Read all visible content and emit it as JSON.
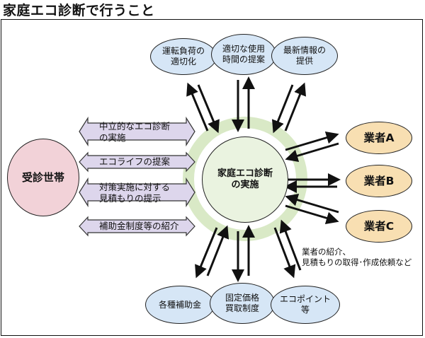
{
  "title": "家庭エコ診断で行うこと",
  "center": {
    "line1": "家庭エコ診断",
    "line2": "の実施"
  },
  "client": {
    "label": "受診世帯"
  },
  "top_items": [
    {
      "line1": "運転負荷の",
      "line2": "適切化"
    },
    {
      "line1": "適切な使用",
      "line2": "時間の提案"
    },
    {
      "line1": "最新情報の",
      "line2": "提供"
    }
  ],
  "bottom_items": [
    {
      "line1": "各種補助金",
      "line2": ""
    },
    {
      "line1": "固定価格",
      "line2": "買取制度"
    },
    {
      "line1": "エコポイント",
      "line2": "等"
    }
  ],
  "services": [
    {
      "line1": "中立的なエコ診断",
      "line2": "の実施"
    },
    {
      "line1": "エコライフの提案",
      "line2": ""
    },
    {
      "line1": "対策実施に対する",
      "line2": "見積もりの提示"
    },
    {
      "line1": "補助金制度等の紹介",
      "line2": ""
    }
  ],
  "vendors": [
    {
      "label": "業者A"
    },
    {
      "label": "業者B"
    },
    {
      "label": "業者C"
    }
  ],
  "vendor_note": {
    "line1": "業者の紹介、",
    "line2": "見積もりの取得･作成依頼など"
  },
  "colors": {
    "ellipse_fill": "#d6e6f6",
    "center_fill": "#eaf3e0",
    "ring": "#d9e9c6",
    "client_fill": "#f2d2d8",
    "vendor_fill": "#f8dfb2",
    "service_arrow_fill": "#ddd6ec"
  }
}
